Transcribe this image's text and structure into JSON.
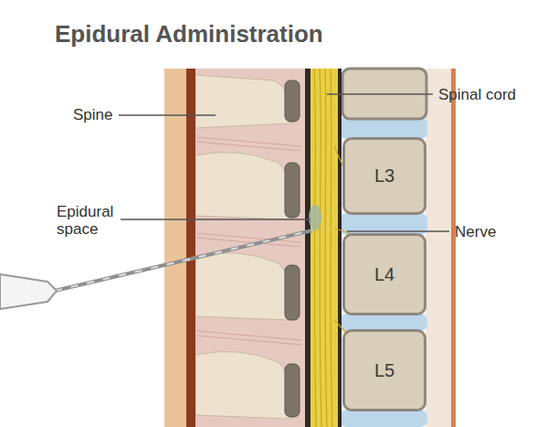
{
  "diagram": {
    "title": "Epidural Administration",
    "nodes": [
      {
        "text": [
          "L3"
        ]
      },
      {
        "text": [
          "L4"
        ]
      },
      {
        "text": [
          "L5"
        ]
      }
    ],
    "labels": [
      "Spine",
      "Epidural space",
      "Spinal cord",
      "Nerve"
    ]
  }
}
